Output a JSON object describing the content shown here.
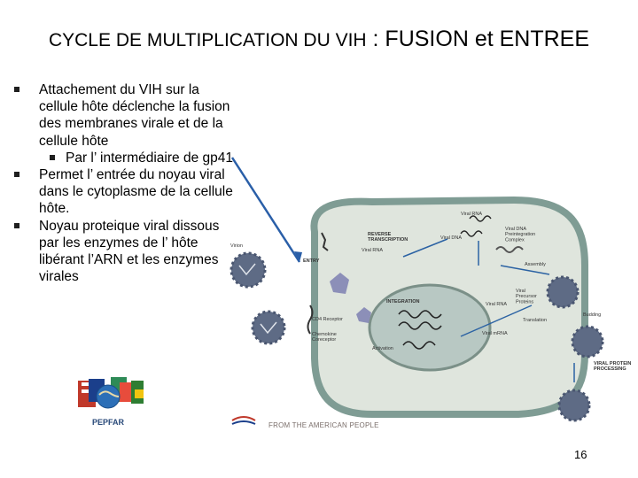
{
  "title": {
    "part1": "CYCLE DE MULTIPLICATION DU VIH",
    "part2": " : FUSION et ENTREE"
  },
  "bullets": [
    "Attachement du VIH sur la cellule hôte déclenche la fusion des membranes virale et de la cellule hôte",
    "Permet l’ entrée du noyau viral dans le cytoplasme de la cellule hôte.",
    "Noyau proteique viral dissous par les  enzymes  de l’ hôte libérant l’ARN et les enzymes virales"
  ],
  "sub_bullet": "Par l’ intermédiaire de gp41",
  "diagram": {
    "labels": {
      "virion": "Virion",
      "entry": "ENTRY",
      "reverse_transcription": "REVERSE\nTRANSCRIPTION",
      "viral_rna_1": "Viral RNA",
      "viral_dna": "Viral DNA",
      "viral_rna_2": "Viral RNA",
      "preintegration": "Viral DNA\nPreintegration\nComplex",
      "assembly": "Assembly",
      "integration": "INTEGRATION",
      "viral_rna_3": "Viral RNA",
      "viral_precursor": "Viral\nPrecursor\nProteins",
      "translation": "Translation",
      "cd4": "CD4 Receptor",
      "chemokine": "Chemokine\nCoreceptor",
      "activation": "Activation",
      "viral_mrna": "Viral mRNA",
      "budding": "Budding",
      "processing": "VIRAL PROTEIN\nPROCESSING"
    }
  },
  "footer": {
    "from_text": "FROM THE AMERICAN PEOPLE",
    "pepfar": "PEPFAR"
  },
  "page_number": "16",
  "colors": {
    "cell_fill": "#dfe5dd",
    "cell_border": "#7f9c94",
    "nucleus_fill": "#b8c8c3",
    "virus_fill": "#5e6b85",
    "arrow_blue": "#2b62a3",
    "pointer_line": "#2a5fa8"
  }
}
